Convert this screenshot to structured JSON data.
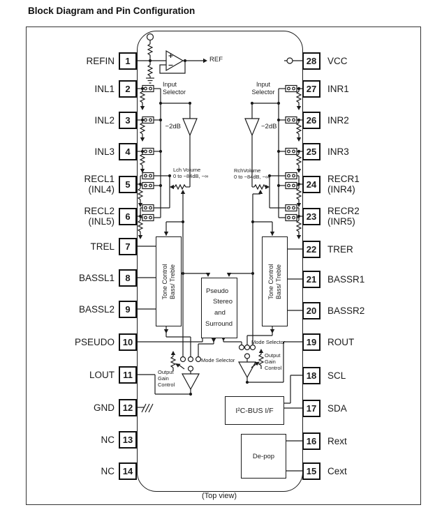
{
  "title": "Block Diagram and Pin Configuration",
  "footer": "(Top view)",
  "pins": {
    "left": [
      {
        "num": "1",
        "label": "REFIN"
      },
      {
        "num": "2",
        "label": "INL1"
      },
      {
        "num": "3",
        "label": "INL2"
      },
      {
        "num": "4",
        "label": "INL3"
      },
      {
        "num": "5",
        "label": "RECL1",
        "label2": "(INL4)"
      },
      {
        "num": "6",
        "label": "RECL2",
        "label2": "(INL5)"
      },
      {
        "num": "7",
        "label": "TREL"
      },
      {
        "num": "8",
        "label": "BASSL1"
      },
      {
        "num": "9",
        "label": "BASSL2"
      },
      {
        "num": "10",
        "label": "PSEUDO"
      },
      {
        "num": "11",
        "label": "LOUT"
      },
      {
        "num": "12",
        "label": "GND"
      },
      {
        "num": "13",
        "label": "NC"
      },
      {
        "num": "14",
        "label": "NC"
      }
    ],
    "right": [
      {
        "num": "28",
        "label": "VCC"
      },
      {
        "num": "27",
        "label": "INR1"
      },
      {
        "num": "26",
        "label": "INR2"
      },
      {
        "num": "25",
        "label": "INR3"
      },
      {
        "num": "24",
        "label": "RECR1",
        "label2": "(INR4)"
      },
      {
        "num": "23",
        "label": "RECR2",
        "label2": "(INR5)"
      },
      {
        "num": "22",
        "label": "TRER"
      },
      {
        "num": "21",
        "label": "BASSR1"
      },
      {
        "num": "20",
        "label": "BASSR2"
      },
      {
        "num": "19",
        "label": "ROUT"
      },
      {
        "num": "18",
        "label": "SCL"
      },
      {
        "num": "17",
        "label": "SDA"
      },
      {
        "num": "16",
        "label": "Rext"
      },
      {
        "num": "15",
        "label": "Cext"
      }
    ]
  },
  "labels": {
    "ref": "REF",
    "input_selector_left": "Input\nSelector",
    "input_selector_right": "Input\nSelector",
    "minus2db_left": "−2dB",
    "minus2db_right": "−2dB",
    "lch_volume": "Lch Volume\n0 to −84dB, −∞",
    "rch_volume": "RchVolume\n0 to −84dB, −∞",
    "mode_selector_left": "Mode Selector",
    "mode_selector_right": "Mode Selector",
    "output_gain_left": "Output\nGain\nControl",
    "output_gain_right": "Output\nGain\nControl"
  },
  "blocks": {
    "tone_left": "Tone Control\nBass/ Treble",
    "tone_right": "Tone Control\nBass/ Treble",
    "pseudo": {
      "l1": "Pseudo",
      "l2": "Stereo",
      "l3": "and",
      "l4": "Surround"
    },
    "i2c": "I²C-BUS I/F",
    "depop": "De-pop"
  }
}
